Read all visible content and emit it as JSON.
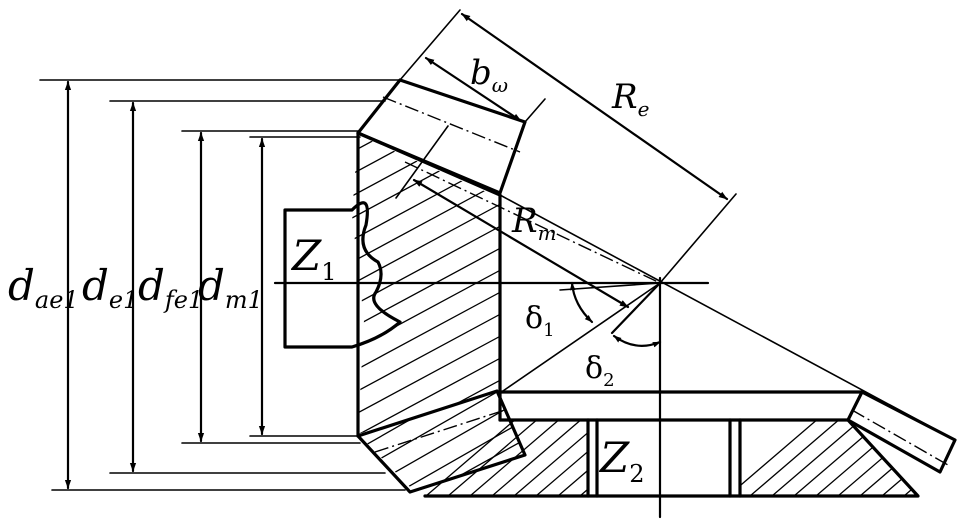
{
  "labels": {
    "d_ae1": {
      "main": "d",
      "sub": "ae1"
    },
    "d_e1": {
      "main": "d",
      "sub": "e1"
    },
    "d_fe1": {
      "main": "d",
      "sub": "fe1"
    },
    "d_m1": {
      "main": "d",
      "sub": "m1"
    },
    "b_w": {
      "main": "b",
      "sub": "ω"
    },
    "R_e": {
      "main": "R",
      "sub": "e"
    },
    "R_m": {
      "main": "R",
      "sub": "m"
    },
    "Z_1": {
      "main": "Z",
      "sub": "1"
    },
    "Z_2": {
      "main": "Z",
      "sub": "2"
    },
    "delta_1": {
      "main": "δ",
      "sub": "1"
    },
    "delta_2": {
      "main": "δ",
      "sub": "2"
    }
  }
}
